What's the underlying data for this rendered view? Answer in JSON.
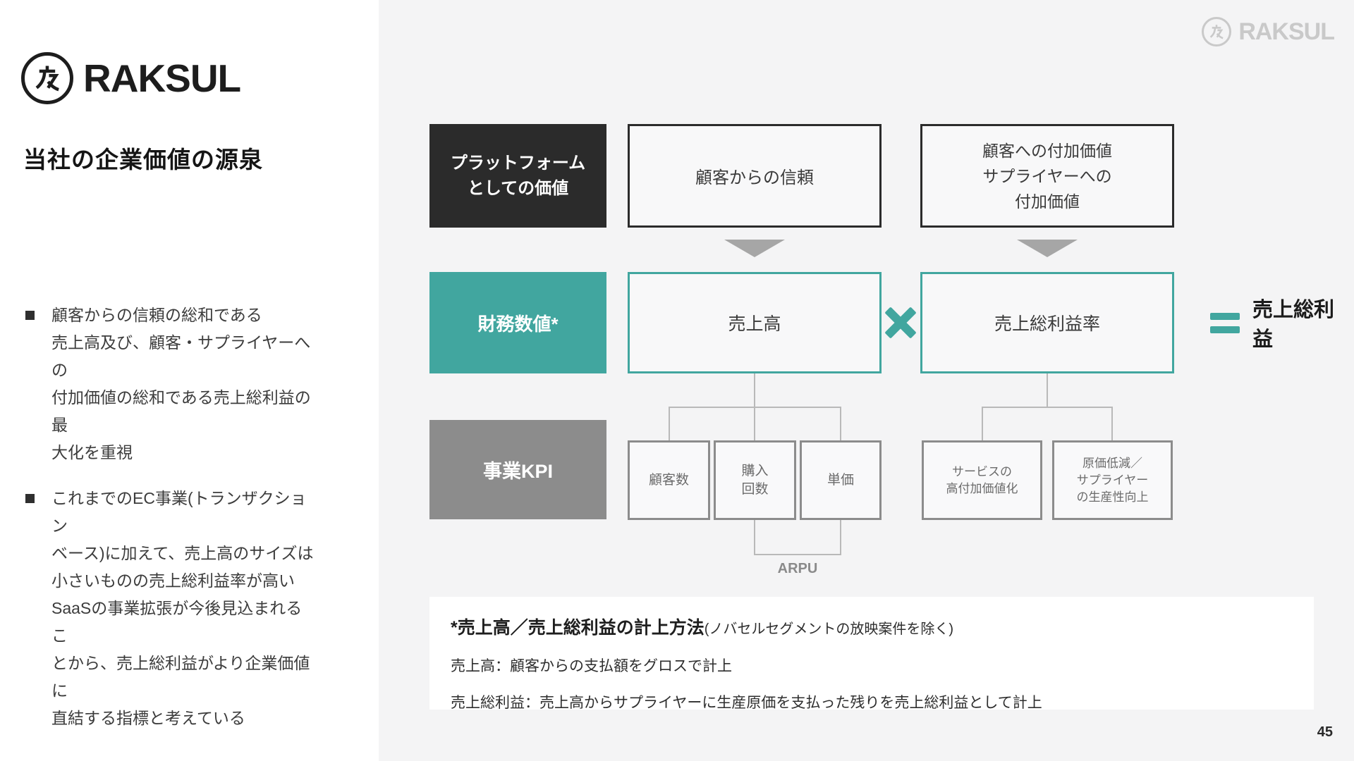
{
  "page": {
    "number": "45"
  },
  "brand": {
    "wordmark": "RAKSUL"
  },
  "sidebar": {
    "title": "当社の企業価値の源泉",
    "bullets": [
      "顧客からの信頼の総和である\n売上高及び、顧客・サプライヤーへの\n付加価値の総和である売上総利益の最\n大化を重視",
      "これまでのEC事業(トランザクション\nベース)に加えて、売上高のサイズは\n小さいものの売上総利益率が高い\nSaaSの事業拡張が今後見込まれるこ\nとから、売上総利益がより企業価値に\n直結する指標と考えている"
    ]
  },
  "diagram": {
    "row_platform": {
      "label": "プラットフォーム\nとしての価値",
      "customer_trust": "顧客からの信頼",
      "added_value": "顧客への付加価値\nサプライヤーへの\n付加価値"
    },
    "row_financial": {
      "label": "財務数値*",
      "revenue": "売上高",
      "gross_margin_rate": "売上総利益率",
      "result": "売上総利益"
    },
    "row_kpi": {
      "label": "事業KPI",
      "revenue_kpis": [
        "顧客数",
        "購入\n回数",
        "単価"
      ],
      "margin_kpis": [
        "サービスの\n高付加価値化",
        "原価低減／\nサプライヤー\nの生産性向上"
      ],
      "arpu_label": "ARPU"
    }
  },
  "footnote": {
    "heading_bold": "*売上高／売上総利益の計上方法",
    "heading_note": "(ノバセルセグメントの放映案件を除く)",
    "line_revenue": "売上高：顧客からの支払額をグロスで計上",
    "line_gross_profit": "売上総利益：売上高からサプライヤーに生産原価を支払った残りを売上総利益として計上"
  },
  "colors": {
    "accent_teal": "#41a69f",
    "dark": "#2b2b2b",
    "gray": "#8c8c8c"
  }
}
